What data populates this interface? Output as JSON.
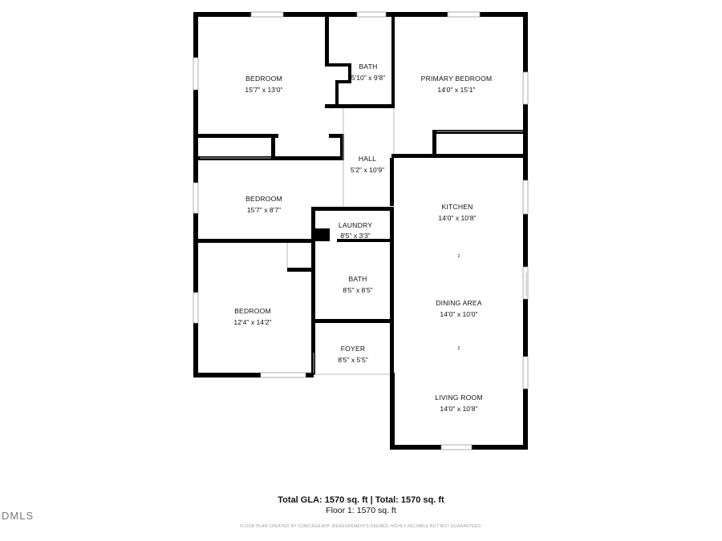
{
  "rooms": [
    {
      "name": "BEDROOM",
      "dims": "15'7\" x 13'0\""
    },
    {
      "name": "BATH",
      "dims": "5'10\" x 9'8\""
    },
    {
      "name": "PRIMARY BEDROOM",
      "dims": "14'0\" x 15'1\""
    },
    {
      "name": "HALL",
      "dims": "5'2\" x 10'9\""
    },
    {
      "name": "BEDROOM",
      "dims": "15'7\" x 8'7\""
    },
    {
      "name": "KITCHEN",
      "dims": "14'0\" x 10'8\""
    },
    {
      "name": "LAUNDRY",
      "dims": "8'5\" x 3'3\""
    },
    {
      "name": "BATH",
      "dims": "8'5\" x 8'5\""
    },
    {
      "name": "BEDROOM",
      "dims": "12'4\" x 14'2\""
    },
    {
      "name": "DINING AREA",
      "dims": "14'0\" x 10'0\""
    },
    {
      "name": "FOYER",
      "dims": "8'5\" x 5'5\""
    },
    {
      "name": "LIVING ROOM",
      "dims": "14'0\" x 10'8\""
    }
  ],
  "footer": {
    "totals": "Total GLA: 1570 sq. ft | Total: 1570 sq. ft",
    "floor": "Floor 1: 1570 sq. ft",
    "disclaimer": "FLOOR PLAN CREATED BY CUBICASA APP. MEASUREMENTS DEEMED HIGHLY RELIABLE BUT NOT GUARANTEED."
  },
  "logo": "DMLS"
}
